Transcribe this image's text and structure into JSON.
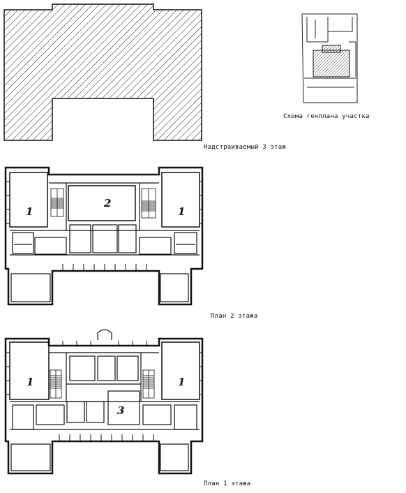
{
  "captions": {
    "site_plan": "Схема генплана участка",
    "floor3": "Надстраиваемый 3 этаж",
    "floor2": "План 2 этажа",
    "floor1": "План 1 этажа"
  },
  "room_numbers": {
    "f2_left": "1",
    "f2_center": "2",
    "f2_right": "1",
    "f1_left": "1",
    "f1_center": "3",
    "f1_right": "1"
  }
}
